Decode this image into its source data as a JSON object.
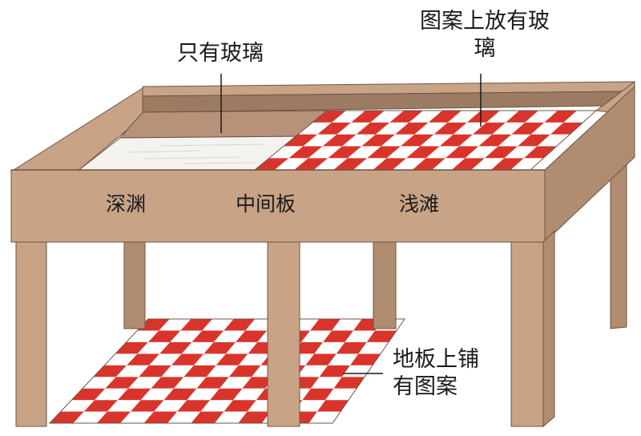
{
  "labels": {
    "glass_only": "只有玻璃",
    "pattern_with_glass": "图案上放有玻璃",
    "deep": "深渊",
    "center_board": "中间板",
    "shallow": "浅滩",
    "floor_pattern": "地板上铺有图案"
  },
  "colors": {
    "wood": "#c8a386",
    "wood_dark": "#b08c70",
    "wood_shadow": "#9c7b62",
    "outline": "#6b5445",
    "checker_red": "#d9342b",
    "checker_white": "#ffffff",
    "glass": "#f5f3f0",
    "deep_wall": "#b8917a"
  }
}
